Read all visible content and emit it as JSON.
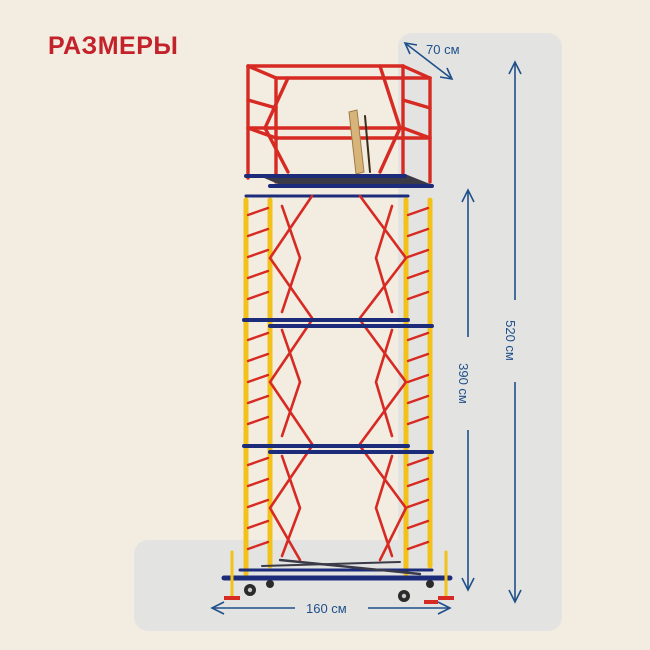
{
  "title": "РАЗМЕРЫ",
  "dimensions": {
    "depth": "70 см",
    "total_height": "520 см",
    "working_height": "390 см",
    "width": "160 см"
  },
  "colors": {
    "title": "#c3222a",
    "dimension_lines": "#1f4f8a",
    "frame_yellow": "#f2c21b",
    "frame_red": "#d62a23",
    "frame_blue": "#1d2c7a",
    "panel": "#e3e4e2",
    "background": "#f3ece0"
  }
}
